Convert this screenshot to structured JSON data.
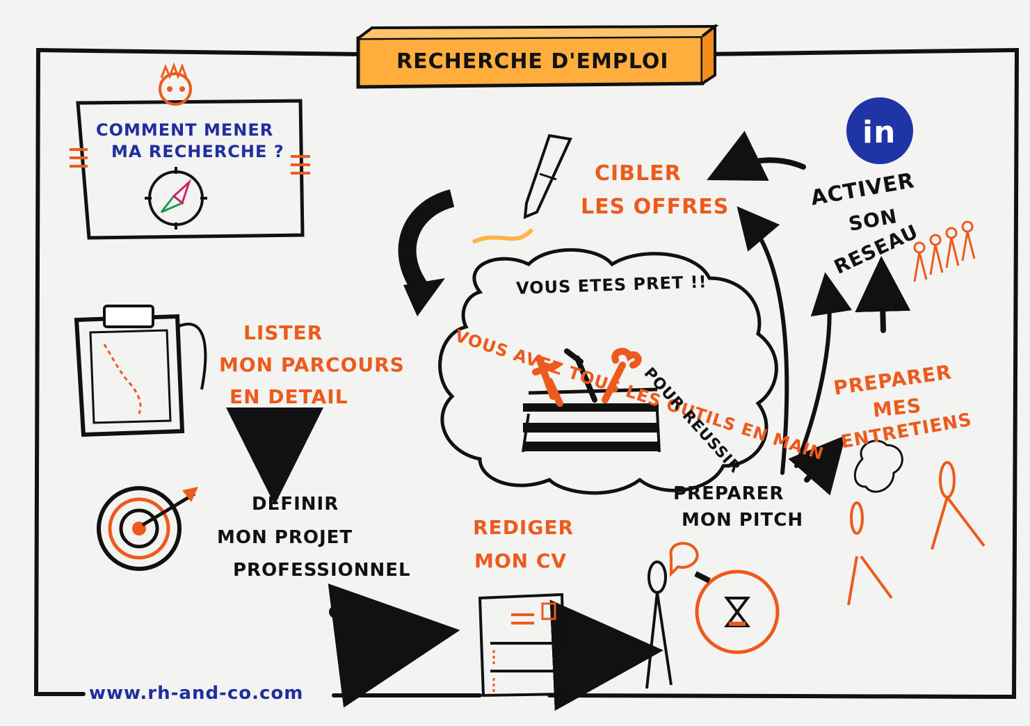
{
  "title": "RECHERCHE D'EMPLOI",
  "question": {
    "line1": "COMMENT MENER",
    "line2": "MA RECHERCHE ?"
  },
  "steps": {
    "lister": {
      "line1": "LISTER",
      "line2": "MON PARCOURS",
      "line3": "EN DETAIL"
    },
    "definir": {
      "line1": "DEFINIR",
      "line2": "MON PROJET",
      "line3": "PROFESSIONNEL"
    },
    "rediger": {
      "line1": "REDIGER",
      "line2": "MON CV"
    },
    "pitch": {
      "line1": "PREPARER",
      "line2": "MON PITCH"
    },
    "entretiens": {
      "line1": "PREPARER",
      "line2": "MES",
      "line3": "ENTRETIENS"
    },
    "reseau": {
      "line1": "ACTIVER",
      "line2": "SON",
      "line3": "RESEAU"
    },
    "cibler": {
      "line1": "CIBLER",
      "line2": "LES OFFRES"
    }
  },
  "cloud": {
    "ready": "VOUS ETES PRET !!",
    "tools": "VOUS AVEZ TOUS LES OUTILS EN MAIN",
    "success": "POUR REUSSIR"
  },
  "linkedin_badge": "in",
  "website": "www.rh-and-co.com",
  "colors": {
    "orange": "#ec5a1c",
    "orange_light": "#ffb347",
    "black": "#111111",
    "blue": "#1f2e9e",
    "linkedin": "#1f35a6"
  }
}
